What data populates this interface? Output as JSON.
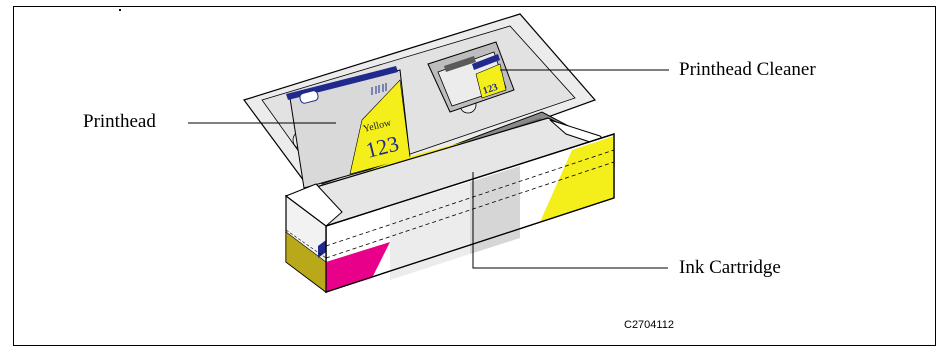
{
  "callouts": {
    "printhead": "Printhead",
    "printhead_cleaner": "Printhead Cleaner",
    "ink_cartridge": "Ink Cartridge"
  },
  "figure_code": "C2704112",
  "printed_on_parts": {
    "printhead_color": "Yellow",
    "printhead_number": "123",
    "cleaner_number": "123",
    "cartridge_color": "Yellow"
  },
  "colors": {
    "yellow": "#f4ee1a",
    "magenta": "#e8008a",
    "navy": "#1f2a8c",
    "light_gray": "#ececec",
    "mid_gray": "#bdbdbd",
    "dark_gray": "#5a5a5a",
    "olive": "#b8a81a"
  }
}
